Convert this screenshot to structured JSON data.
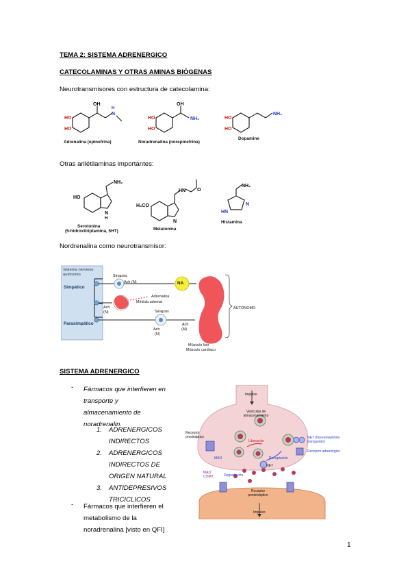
{
  "title": "TEMA 2: SISTEMA ADRENERGICO",
  "section1": "CATECOLAMINAS Y OTRAS AMINAS BIÓGENAS",
  "p1": "Neurotransmisores con estructura de catecolamina:",
  "mol1": {
    "adrenalina": "Adrenalina (epinefrina)",
    "noradrenalina": "Noradrenalina (norepinefrina)",
    "dopamina": "Dopamine"
  },
  "p2": "Otras arilétilaminas importantes:",
  "mol2": {
    "serotonina": "Serotonina",
    "serotonina_sub": "(5-hidroxitriptamina, 5HT)",
    "melatonina": "Melatonina",
    "histamina": "Histamina"
  },
  "p3": "Nordrenalina como neurotransmisor:",
  "diagram1": {
    "snc": "Sistema nervioso autónomo",
    "simpatico": "Simpático",
    "parasimpatico": "Parasimpático",
    "sinapsis1": "Sinapsis",
    "ach_n1": "Ach (N)",
    "na": "NA",
    "adrenalina": "Adrenalina",
    "medula": "Médula adrenal",
    "ach_n2": "Ach",
    "ach_n2b": "(N)",
    "sinapsis2": "Sinapsis",
    "ach3": "Ach",
    "ach3b": "(N)",
    "ach4": "Ach",
    "ach4b": "(M)",
    "autonomo": "AUTÓNOMO",
    "musculo1": "Músculo liso",
    "musculo2": "Músculo cardíaco"
  },
  "section2": "SISTEMA ADRENERGICO",
  "bullets": {
    "b1": [
      "Fármacos que interfieren en",
      "transporte y",
      "almacenamiento de",
      "noradrenalin."
    ],
    "sub": [
      {
        "num": "1.",
        "lines": [
          "ADRENERGICOS",
          "INDIRECTOS"
        ]
      },
      {
        "num": "2.",
        "lines": [
          "ADRENERGICOS",
          "INDIRECTOS DE",
          "ORIGEN NATURAL"
        ]
      },
      {
        "num": "3.",
        "lines": [
          "ANTIDEPRESIVOS",
          "TRICICLICOS"
        ]
      }
    ],
    "b2": [
      "Fármacos que interfieren el",
      "metabolismo de la",
      "noradrenalina [visto en QFI]"
    ],
    "dash": "-"
  },
  "diagram2": {
    "impulso_top": "Impulso",
    "vesiculas": "Vesículas de almacenamiento",
    "receptor_pre": "Receptor presináptico",
    "liberacion": "Liberación",
    "mao": "MAO",
    "recaptacion": "Recaptación",
    "net": "NET",
    "mao_comt": "MAO COMT",
    "degradacion": "Degradación",
    "receptor_post": "Receptor postsináptico",
    "impulso_bottom": "Impulso",
    "legend_net": "NET (Norepinephrine transporter)",
    "legend_receptor": "Receptor adrenérgico"
  },
  "page_number": "1"
}
